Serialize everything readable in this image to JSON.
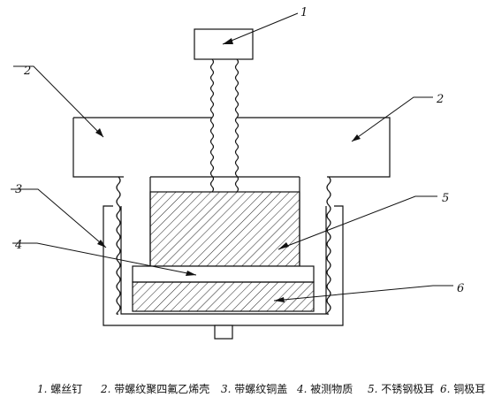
{
  "figure": {
    "callouts": [
      "1",
      "2",
      "2",
      "3",
      "4",
      "5",
      "6"
    ],
    "legend": [
      {
        "num": "1.",
        "text": "螺丝钉"
      },
      {
        "num": "2.",
        "text": "带螺纹聚四氟乙烯壳"
      },
      {
        "num": "3.",
        "text": "带螺纹铜盖"
      },
      {
        "num": "4.",
        "text": "被测物质"
      },
      {
        "num": "5.",
        "text": "不锈钢极耳"
      },
      {
        "num": "6.",
        "text": "铜极耳"
      }
    ]
  }
}
